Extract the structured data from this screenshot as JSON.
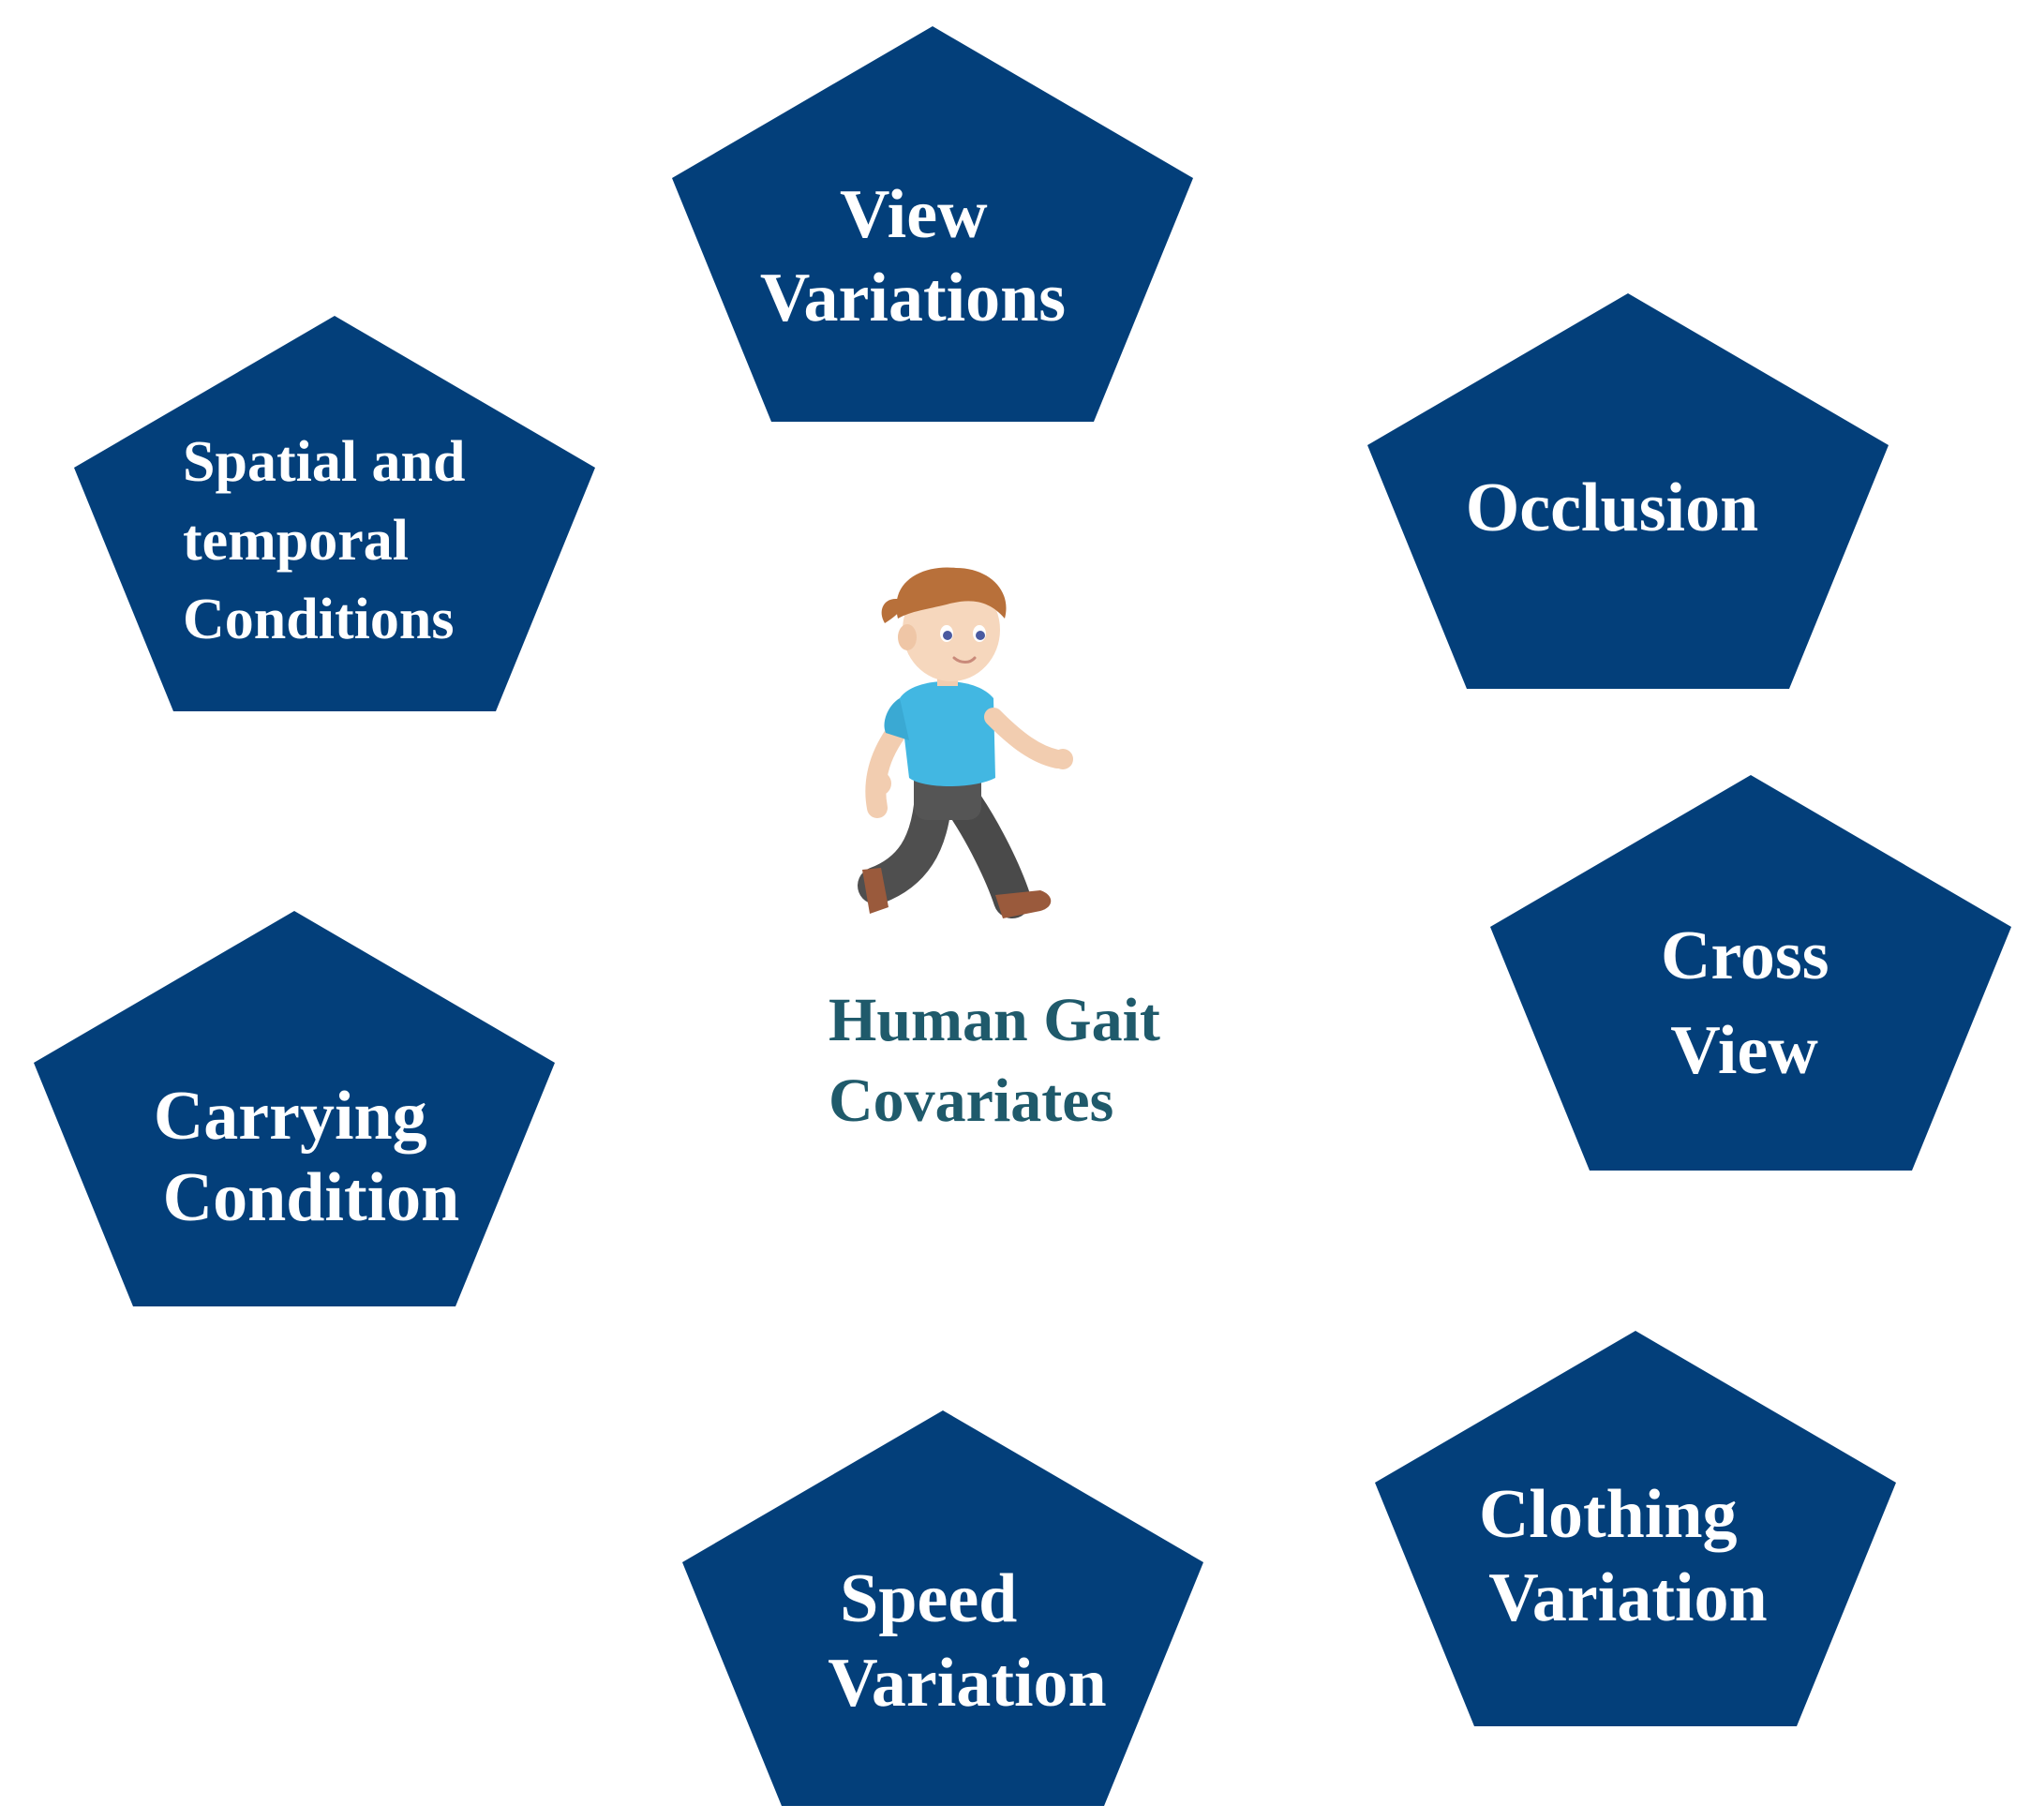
{
  "colors": {
    "pentagon_fill": "#033f7a",
    "pentagon_text": "#ffffff",
    "center_text": "#1f5a6b",
    "background": "#ffffff"
  },
  "center": {
    "icon": "walking-boy-icon",
    "line1": "Human Gait",
    "line2": "Covariates"
  },
  "covariates": [
    {
      "id": "view-variations",
      "lines": [
        "View",
        "Variations"
      ]
    },
    {
      "id": "occlusion",
      "lines": [
        "Occlusion"
      ]
    },
    {
      "id": "cross-view",
      "lines": [
        "Cross",
        "View"
      ]
    },
    {
      "id": "clothing-variation",
      "lines": [
        "Clothing",
        "Variation"
      ]
    },
    {
      "id": "speed-variation",
      "lines": [
        "Speed",
        "Variation"
      ]
    },
    {
      "id": "carrying-condition",
      "lines": [
        "Carrying",
        "Condition"
      ]
    },
    {
      "id": "spatial-temporal",
      "lines": [
        "Spatial and",
        "temporal",
        "Conditions"
      ]
    }
  ]
}
